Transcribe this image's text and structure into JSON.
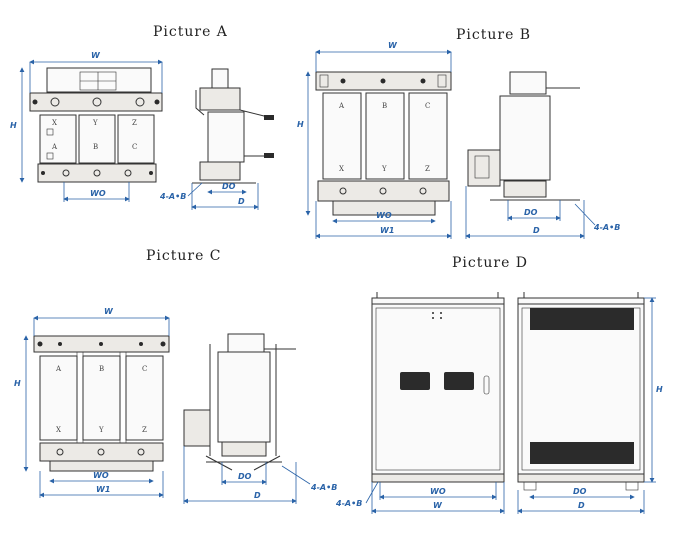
{
  "captions": {
    "a": "Picture A",
    "b": "Picture B",
    "c": "Picture C",
    "d": "Picture D"
  },
  "dims": {
    "w": "W",
    "h": "H",
    "w0": "WO",
    "w1": "W1",
    "d": "D",
    "d0": "DO",
    "mount": "4-A•B"
  },
  "phases": {
    "top": [
      "A",
      "B",
      "C"
    ],
    "bottom": [
      "X",
      "Y",
      "Z"
    ]
  }
}
